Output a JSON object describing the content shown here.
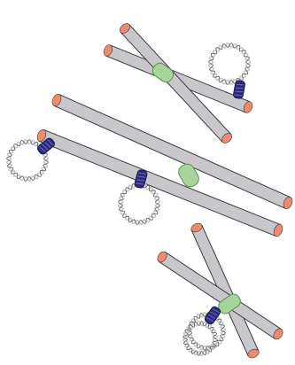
{
  "colors": {
    "background": "#ffffff",
    "arm": "#c9c7cc",
    "arm_stroke": "#3a3a3a",
    "telomere": "#f08a6c",
    "centromere": "#a7d49a",
    "centromere_stroke": "#5d8f55",
    "cohesin": "#2c2a7a",
    "cohesin_highlight": "#6a68c8",
    "loop_dark": "#666666",
    "loop_light": "#c8c8c8"
  },
  "structures": [
    {
      "id": "chromosome-top",
      "chromatids": 2,
      "cohesin_rings": 1,
      "dna_loops": 1
    },
    {
      "id": "chromosome-middle",
      "chromatids": 2,
      "cohesin_rings": 2,
      "dna_loops": 2
    },
    {
      "id": "chromosome-bottom",
      "chromatids": 2,
      "cohesin_rings": 1,
      "dna_loops": 1
    }
  ]
}
